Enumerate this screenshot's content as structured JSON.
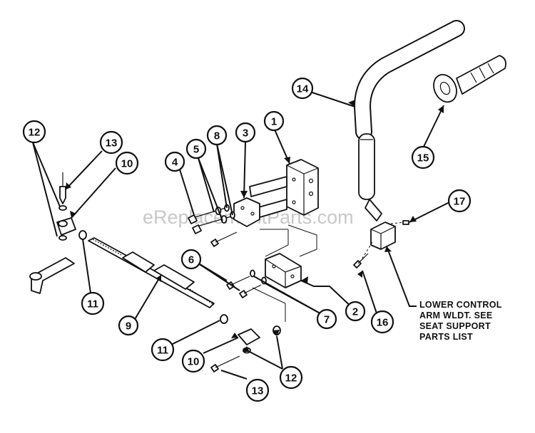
{
  "watermark": "eReplacementParts.com",
  "note": {
    "line1": "LOWER CONTROL",
    "line2": "ARM WLDT. SEE",
    "line3": "SEAT SUPPORT",
    "line4": "PARTS LIST"
  },
  "callouts": {
    "c1": "1",
    "c2": "2",
    "c3": "3",
    "c4": "4",
    "c5": "5",
    "c6": "6",
    "c7": "7",
    "c8": "8",
    "c9": "9",
    "c10a": "10",
    "c10b": "10",
    "c11a": "11",
    "c11b": "11",
    "c12a": "12",
    "c12b": "12",
    "c13a": "13",
    "c13b": "13",
    "c14": "14",
    "c15": "15",
    "c16": "16",
    "c17": "17"
  }
}
